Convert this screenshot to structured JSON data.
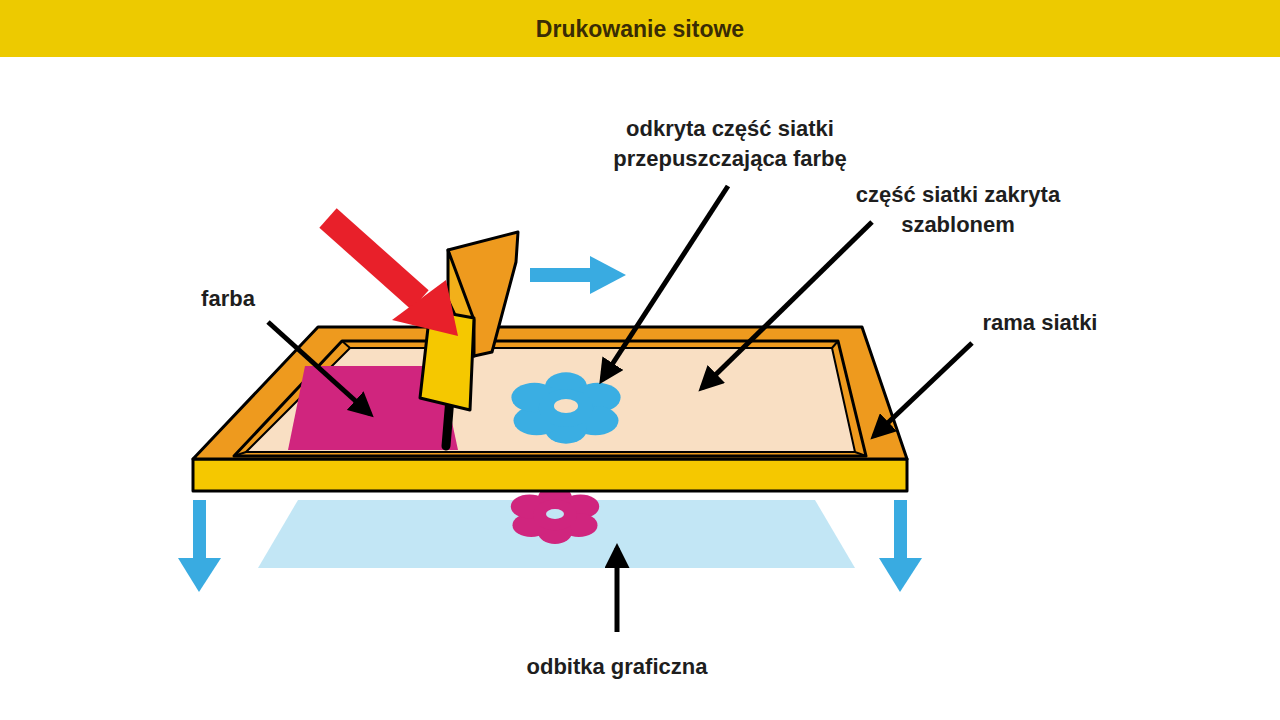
{
  "diagram": {
    "title": "Drukowanie sitowe",
    "labels": [
      "farba",
      "odkryta część siatki przepuszczająca farbę",
      "część siatki zakryta szablonem",
      "rama siatki",
      "odbitka graficzna"
    ]
  }
}
